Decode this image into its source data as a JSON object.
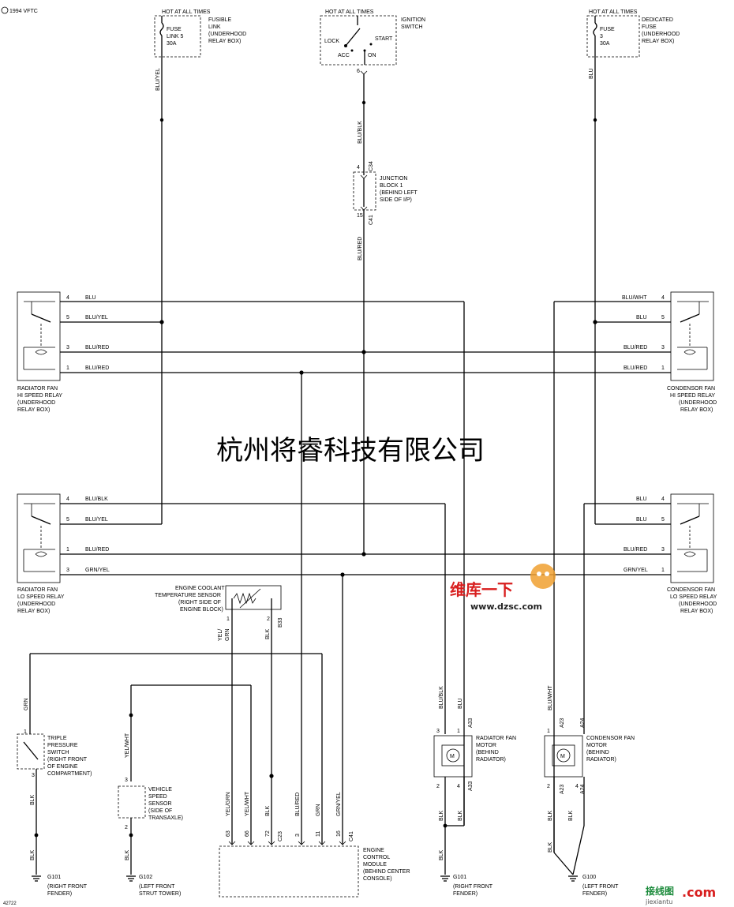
{
  "header": {
    "code": "1994 VFTC",
    "footer_code": "42722"
  },
  "watermark": {
    "company": "杭州将睿科技有限公司",
    "site1": "维库一下",
    "site2": "www.dzsc.com",
    "site3": "接线图",
    "site4": ".com",
    "site5": "jiexiantu"
  },
  "power": {
    "left": {
      "hot": "HOT AT ALL TIMES",
      "fuse_line1": "FUSE",
      "fuse_line2": "LINK 5",
      "fuse_line3": "30A",
      "desc1": "FUSIBLE",
      "desc2": "LINK",
      "desc3": "(UNDERHOOD",
      "desc4": "RELAY BOX)",
      "wire": "BLU/YEL"
    },
    "center": {
      "hot": "HOT AT ALL TIMES",
      "desc1": "IGNITION",
      "desc2": "SWITCH",
      "lock": "LOCK",
      "start": "START",
      "acc": "ACC",
      "on": "ON",
      "pin": "6",
      "wire": "BLU/BLK"
    },
    "right": {
      "hot": "HOT AT ALL TIMES",
      "fuse_line1": "FUSE",
      "fuse_line2": "3",
      "fuse_line3": "30A",
      "desc1": "DEDICATED",
      "desc2": "FUSE",
      "desc3": "(UNDERHOOD",
      "desc4": "RELAY BOX)",
      "wire": "BLU"
    }
  },
  "junction": {
    "pin_in": "4",
    "conn_in": "C34",
    "pin_out": "15",
    "conn_out": "C41",
    "desc1": "JUNCTION",
    "desc2": "BLOCK 1",
    "desc3": "(BEHIND LEFT",
    "desc4": "SIDE OF I/P)",
    "wire_out": "BLU/RED"
  },
  "relays": {
    "rf_hi": {
      "name1": "RADIATOR FAN",
      "name2": "HI SPEED RELAY",
      "name3": "(UNDERHOOD",
      "name4": "RELAY BOX)",
      "pins": [
        "4",
        "5",
        "3",
        "1"
      ],
      "wires": [
        "BLU",
        "BLU/YEL",
        "BLU/RED",
        "BLU/RED"
      ]
    },
    "cf_hi": {
      "name1": "CONDENSOR FAN",
      "name2": "HI SPEED RELAY",
      "name3": "(UNDERHOOD",
      "name4": "RELAY BOX)",
      "pins": [
        "4",
        "5",
        "3",
        "1"
      ],
      "wires": [
        "BLU/WHT",
        "BLU",
        "BLU/RED",
        "BLU/RED"
      ]
    },
    "rf_lo": {
      "name1": "RADIATOR FAN",
      "name2": "LO SPEED RELAY",
      "name3": "(UNDERHOOD",
      "name4": "RELAY BOX)",
      "pins": [
        "4",
        "5",
        "1",
        "3"
      ],
      "wires": [
        "BLU/BLK",
        "BLU/YEL",
        "BLU/RED",
        "GRN/YEL"
      ]
    },
    "cf_lo": {
      "name1": "CONDENSOR FAN",
      "name2": "LO SPEED RELAY",
      "name3": "(UNDERHOOD",
      "name4": "RELAY BOX)",
      "pins": [
        "4",
        "5",
        "3",
        "1"
      ],
      "wires": [
        "BLU",
        "BLU",
        "BLU/RED",
        "GRN/YEL"
      ]
    }
  },
  "ect": {
    "name1": "ENGINE COOLANT",
    "name2": "TEMPERATURE SENSOR",
    "name3": "(RIGHT SIDE OF",
    "name4": "ENGINE BLOCK)",
    "pin1": "1",
    "pin2": "2",
    "conn": "B33",
    "wire1a": "YEL/",
    "wire1b": "GRN",
    "wire2": "BLK"
  },
  "tps": {
    "wire_top": "GRN",
    "name1": "TRIPLE",
    "name2": "PRESSURE",
    "name3": "SWITCH",
    "name4": "(RIGHT FRONT",
    "name5": "OF ENGINE",
    "name6": "COMPARTMENT)",
    "pin1": "1",
    "pin3": "3",
    "wire_bot": "BLK",
    "wire_gnd": "BLK",
    "ground": "G101",
    "ground_loc1": "(RIGHT FRONT",
    "ground_loc2": "FENDER)"
  },
  "vss": {
    "wire_top": "YEL/WHT",
    "pin3": "3",
    "name1": "VEHICLE",
    "name2": "SPEED",
    "name3": "SENSOR",
    "name4": "(SIDE OF",
    "name5": "TRANSAXLE)",
    "pin2": "2",
    "wire_gnd": "BLK",
    "ground": "G102",
    "ground_loc1": "(LEFT FRONT",
    "ground_loc2": "STRUT TOWER)"
  },
  "ecm": {
    "name1": "ENGINE",
    "name2": "CONTROL",
    "name3": "MODULE",
    "name4": "(BEHIND CENTER",
    "name5": "CONSOLE)",
    "wires": [
      "YEL/GRN",
      "YEL/WHT",
      "BLK",
      "BLU/RED",
      "GRN",
      "GRN/YEL"
    ],
    "pins": [
      "63",
      "66",
      "72",
      "3",
      "11",
      "16"
    ],
    "conn_a": "C23",
    "conn_b": "C41"
  },
  "rad_motor": {
    "name1": "RADIATOR FAN",
    "name2": "MOTOR",
    "name3": "(BEHIND",
    "name4": "RADIATOR)",
    "wire_a": "BLU/BLK",
    "wire_b": "BLU",
    "pin3": "3",
    "pin1": "1",
    "conn_top": "A33",
    "pin2": "2",
    "pin4": "4",
    "conn_bot": "A33",
    "wire_c": "BLK",
    "wire_d": "BLK",
    "wire_gnd": "BLK",
    "ground": "G101",
    "ground_loc1": "(RIGHT FRONT",
    "ground_loc2": "FENDER)"
  },
  "cond_motor": {
    "name1": "CONDENSOR FAN",
    "name2": "MOTOR",
    "name3": "(BEHIND",
    "name4": "RADIATOR)",
    "wire_a": "BLU/WHT",
    "pin1": "1",
    "conn_a": "A23",
    "conn_b": "A24",
    "pin2": "2",
    "conn_c": "A23",
    "pin4": "4",
    "conn_d": "A24",
    "wire_b": "BLK",
    "wire_c": "BLK",
    "wire_gnd": "BLK",
    "ground": "G100",
    "ground_loc1": "(LEFT FRONT",
    "ground_loc2": "FENDER)"
  }
}
